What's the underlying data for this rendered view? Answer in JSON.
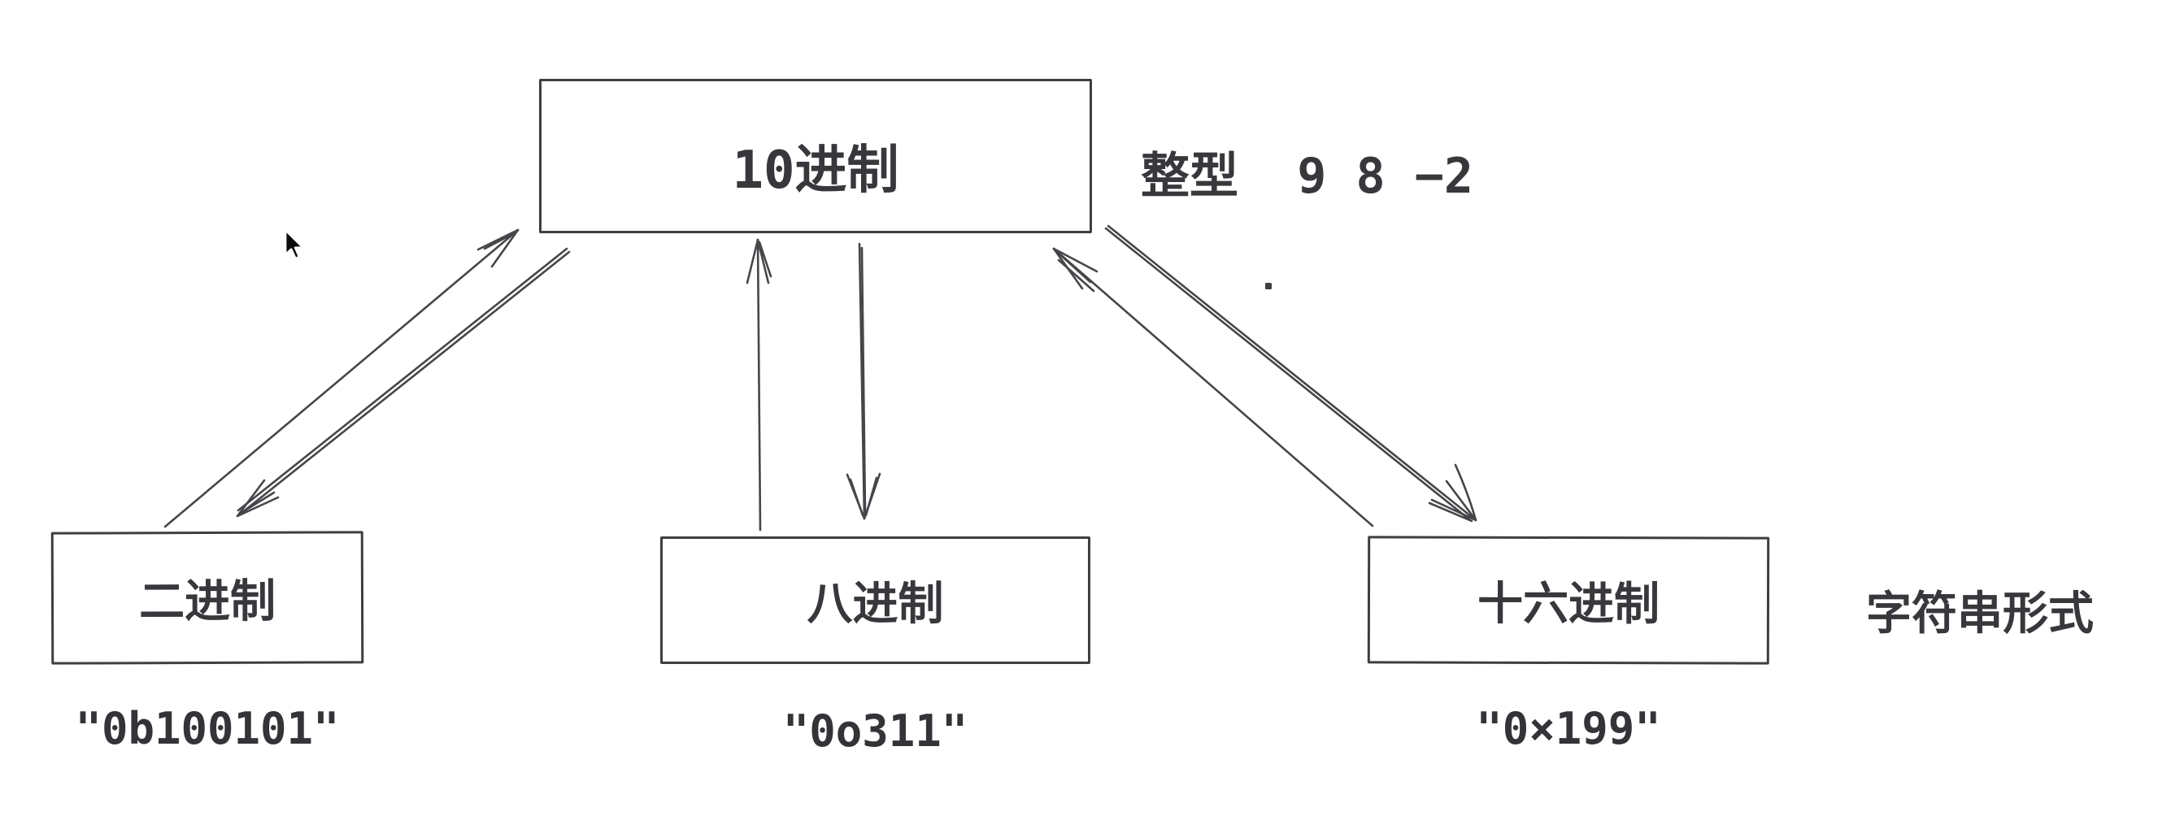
{
  "diagram": {
    "decimal_box_label": "10进制",
    "integer_annotation": "整型  9 8 −2",
    "binary_box_label": "二进制",
    "octal_box_label": "八进制",
    "hex_box_label": "十六进制",
    "string_form_annotation": "字符串形式",
    "binary_string_literal": "\"0b100101\"",
    "octal_string_literal": "\"0o311\"",
    "hex_string_literal": "\"0×199\""
  },
  "colors": {
    "ink_text": "#38383c",
    "line_stroke": "#46464a",
    "background": "#ffffff",
    "cursor_fill": "#0b0b0b"
  }
}
